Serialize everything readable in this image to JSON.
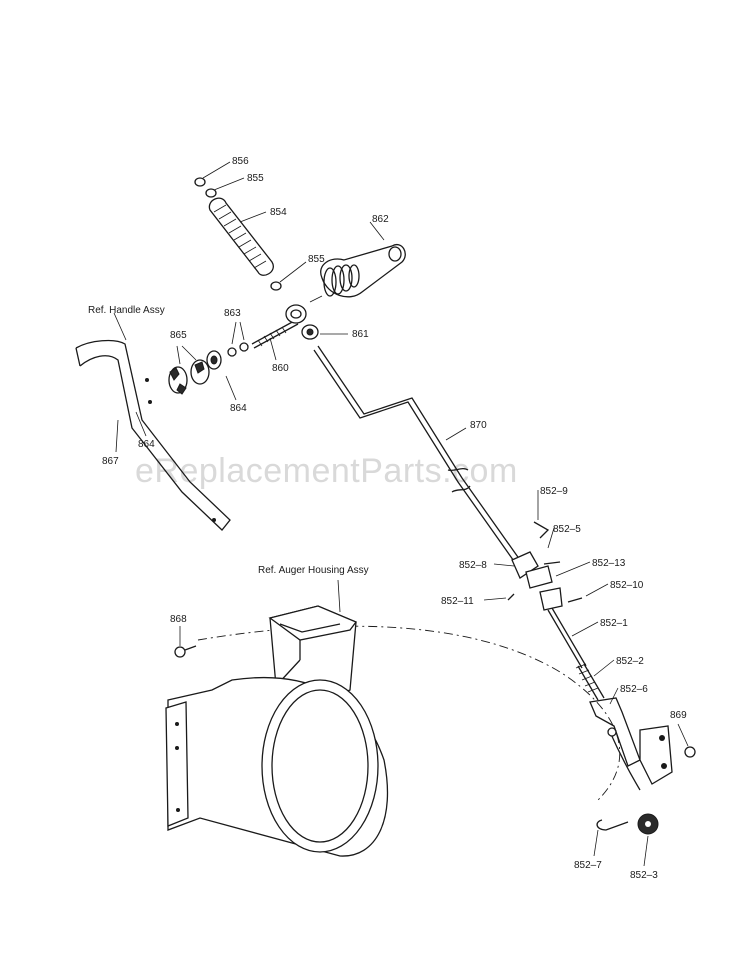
{
  "watermark": "eReplacementParts.com",
  "references": {
    "handle": "Ref. Handle Assy",
    "auger": "Ref. Auger Housing Assy"
  },
  "parts": {
    "p856": "856",
    "p855a": "855",
    "p854": "854",
    "p855b": "855",
    "p862": "862",
    "p863": "863",
    "p865": "865",
    "p861": "861",
    "p860": "860",
    "p864a": "864",
    "p864b": "864",
    "p867": "867",
    "p870": "870",
    "p852_9": "852–9",
    "p852_5": "852–5",
    "p852_8": "852–8",
    "p852_13": "852–13",
    "p852_10": "852–10",
    "p852_11": "852–11",
    "p852_1": "852–1",
    "p852_2": "852–2",
    "p852_6": "852–6",
    "p869": "869",
    "p868": "868",
    "p852_7": "852–7",
    "p852_3": "852–3"
  }
}
